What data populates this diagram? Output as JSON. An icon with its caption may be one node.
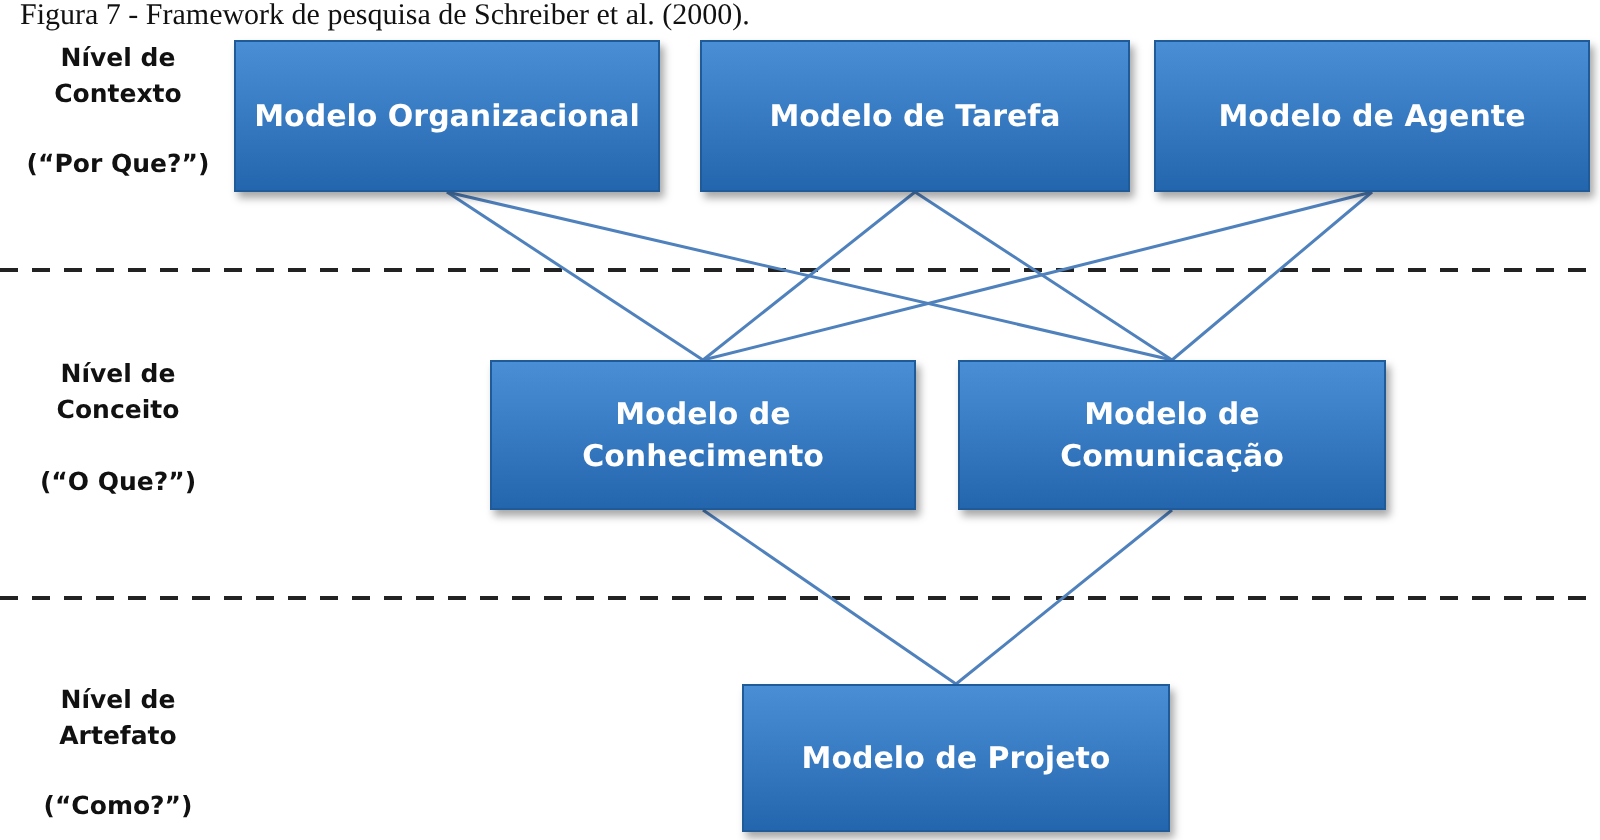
{
  "diagram": {
    "caption": "Figura 7 - Framework de pesquisa de Schreiber et al. (2000).",
    "nodes": [
      {
        "text": [
          "Modelo Organizacional"
        ]
      },
      {
        "text": [
          "Modelo de Tarefa"
        ]
      },
      {
        "text": [
          "Modelo de Agente"
        ]
      },
      {
        "text": [
          "Modelo de Conhecimento"
        ]
      },
      {
        "text": [
          "Modelo de Comunicação"
        ]
      },
      {
        "text": [
          "Modelo de Projeto"
        ]
      }
    ],
    "edges": [
      {
        "from": 0,
        "to": 3,
        "arrow": "none"
      },
      {
        "from": 0,
        "to": 4,
        "arrow": "none"
      },
      {
        "from": 1,
        "to": 3,
        "arrow": "none"
      },
      {
        "from": 1,
        "to": 4,
        "arrow": "none"
      },
      {
        "from": 2,
        "to": 3,
        "arrow": "none"
      },
      {
        "from": 2,
        "to": 4,
        "arrow": "none"
      },
      {
        "from": 3,
        "to": 5,
        "arrow": "none"
      },
      {
        "from": 4,
        "to": 5,
        "arrow": "none"
      }
    ],
    "labels": [
      "Nível de Contexto",
      "(“Por Que?”)",
      "Nível de Conceito",
      "(“O Que?”)",
      "Nível de Artefato",
      "(“Como?”)"
    ]
  }
}
